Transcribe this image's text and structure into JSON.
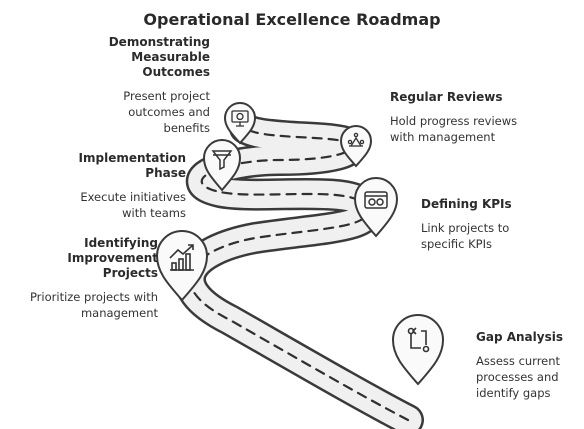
{
  "title": "Operational Excellence Roadmap",
  "steps": [
    {
      "heading": "Demonstrating Measurable Outcomes",
      "description": "Present project outcomes and benefits",
      "icon": "presentation-icon"
    },
    {
      "heading": "Regular Reviews",
      "description": "Hold progress reviews with management",
      "icon": "meeting-icon"
    },
    {
      "heading": "Implementation Phase",
      "description": "Execute initiatives with teams",
      "icon": "funnel-icon"
    },
    {
      "heading": "Defining KPIs",
      "description": "Link projects to specific KPIs",
      "icon": "dashboard-icon"
    },
    {
      "heading": "Identifying Improvement Projects",
      "description": "Prioritize projects with management",
      "icon": "growth-chart-icon"
    },
    {
      "heading": "Gap Analysis",
      "description": "Assess current processes and identify gaps",
      "icon": "workflow-icon"
    }
  ]
}
